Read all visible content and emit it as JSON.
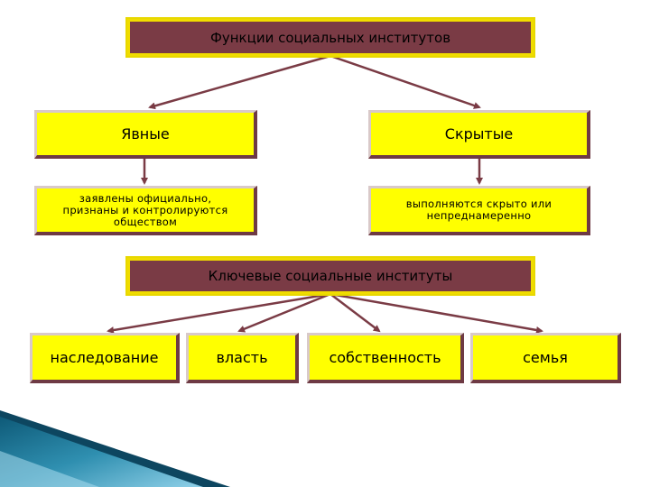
{
  "diagram": {
    "functions_title": "Функции социальных институтов",
    "explicit_label": "Явные",
    "hidden_label": "Скрытые",
    "explicit_desc_line1": "заявлены официально,",
    "explicit_desc_line2": "признаны и контролируются",
    "explicit_desc_line3": "обществом",
    "hidden_desc_line1": "выполняются скрыто или",
    "hidden_desc_line2": "непреднамеренно",
    "key_institutions_title": "Ключевые социальные институты",
    "institutions": [
      "наследование",
      "власть",
      "собственность",
      "семья"
    ]
  },
  "colors": {
    "maroon": "#7a3b45",
    "yellow": "#ffff00",
    "gold_border": "#f0dc00",
    "connector": "#7a3b45",
    "corner_teal": "#2f8fb0"
  }
}
